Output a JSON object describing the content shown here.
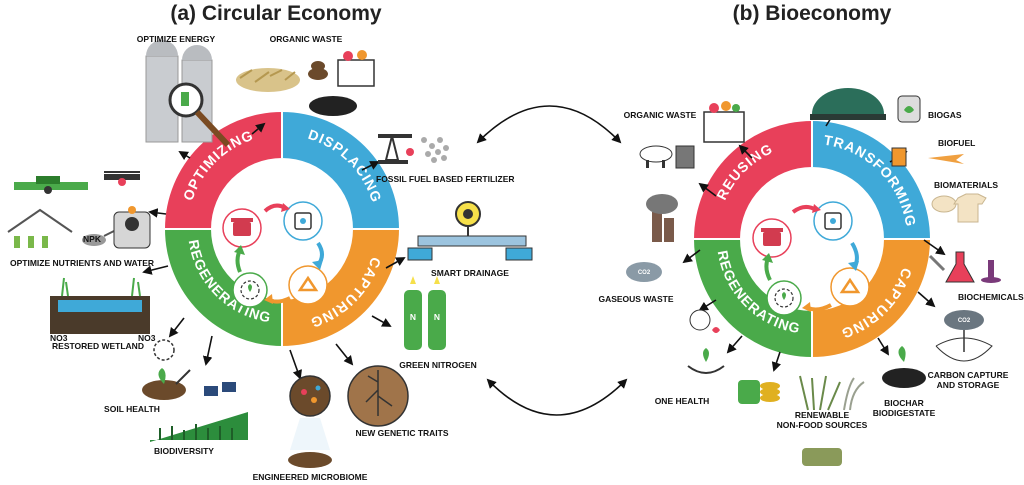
{
  "left": {
    "title": "(a) Circular Economy",
    "sectors": {
      "optimizing": "OPTIMIZING",
      "displacing": "DISPLACING",
      "capturing": "CAPTURING",
      "regenerating": "REGENERATING"
    },
    "labels": {
      "optimize_energy": "OPTIMIZE ENERGY",
      "organic_waste": "ORGANIC WASTE",
      "fossil_fertilizer": "FOSSIL FUEL BASED FERTILIZER",
      "optimize_nutrients": "OPTIMIZE NUTRIENTS AND WATER",
      "smart_drainage": "SMART DRAINAGE",
      "restored_wetland": "RESTORED WETLAND",
      "green_nitrogen": "GREEN NITROGEN",
      "soil_health": "SOIL HEALTH",
      "new_genetic_traits": "NEW GENETIC TRAITS",
      "biodiversity": "BIODIVERSITY",
      "engineered_microbiome": "ENGINEERED MICROBIOME",
      "npk": "NPK",
      "no3_left": "NO3",
      "no3_right": "NO3",
      "n_left": "N",
      "n_right": "N"
    }
  },
  "right": {
    "title": "(b) Bioeconomy",
    "sectors": {
      "reusing": "REUSING",
      "transforming": "TRANSFORMING",
      "capturing": "CAPTURING",
      "regenerating": "REGENERATING"
    },
    "labels": {
      "organic_waste": "ORGANIC WASTE",
      "biogas": "BIOGAS",
      "biofuel": "BIOFUEL",
      "biomaterials": "BIOMATERIALS",
      "gaseous_waste": "GASEOUS WASTE",
      "biochemicals": "BIOCHEMICALS",
      "carbon_capture_1": "CARBON CAPTURE",
      "carbon_capture_2": "AND STORAGE",
      "one_health": "ONE HEALTH",
      "renewable_1": "RENEWABLE",
      "renewable_2": "NON-FOOD SOURCES",
      "biochar": "BIOCHAR",
      "biodigestate": "BIODIGESTATE",
      "co2_cloud": "CO2",
      "co2_storage": "CO2"
    }
  },
  "colors": {
    "red": "#e8405a",
    "blue": "#3fa9d8",
    "orange": "#f0972e",
    "green": "#4aaa4a",
    "icon_dark": "#333333"
  }
}
